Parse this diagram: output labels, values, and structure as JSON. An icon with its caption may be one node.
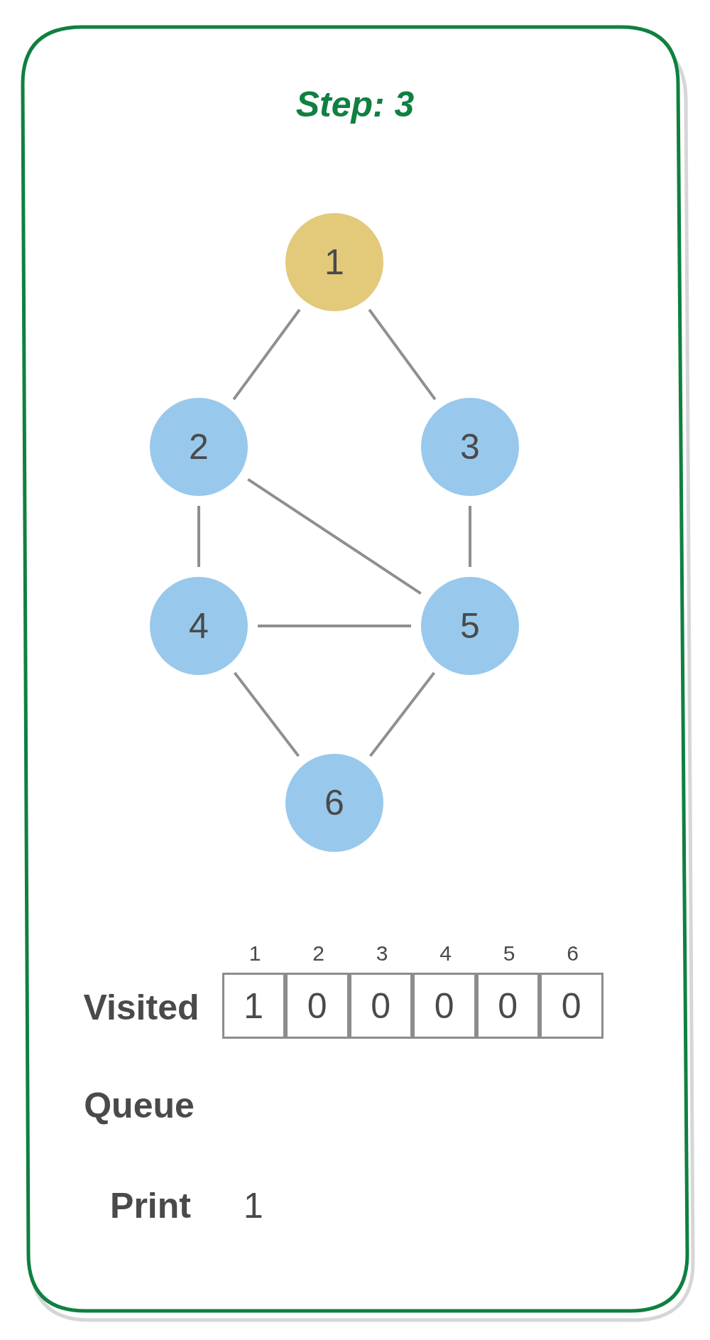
{
  "diagram": {
    "title": "Step: 3",
    "nodes": [
      {
        "text": [
          "1"
        ]
      },
      {
        "text": [
          "2"
        ]
      },
      {
        "text": [
          "3"
        ]
      },
      {
        "text": [
          "4"
        ]
      },
      {
        "text": [
          "5"
        ]
      },
      {
        "text": [
          "6"
        ]
      }
    ],
    "edges": [
      {
        "from": 0,
        "to": 1,
        "arrow": "none"
      },
      {
        "from": 0,
        "to": 2,
        "arrow": "none"
      },
      {
        "from": 1,
        "to": 3,
        "arrow": "none"
      },
      {
        "from": 1,
        "to": 4,
        "arrow": "none"
      },
      {
        "from": 2,
        "to": 4,
        "arrow": "none"
      },
      {
        "from": 3,
        "to": 4,
        "arrow": "none"
      },
      {
        "from": 3,
        "to": 5,
        "arrow": "none"
      },
      {
        "from": 4,
        "to": 5,
        "arrow": "none"
      }
    ],
    "labels": [
      "1",
      "2",
      "3",
      "4",
      "5",
      "6",
      "Visited",
      "1",
      "0",
      "0",
      "0",
      "0",
      "0",
      "Queue",
      "Print",
      "1"
    ]
  }
}
